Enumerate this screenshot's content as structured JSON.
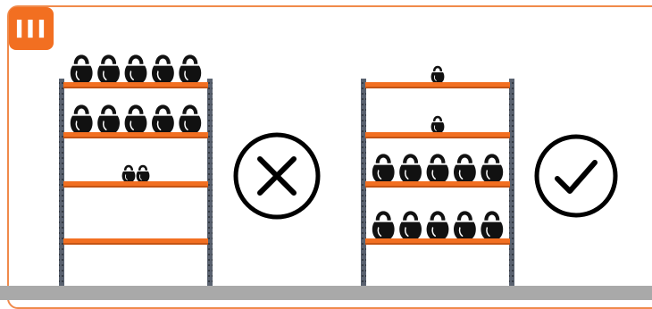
{
  "badge": {
    "label": "III"
  },
  "colors": {
    "accent": "#f26f21",
    "frame": "#f08a4b",
    "post": "#5a6270",
    "kettlebell": "#111111",
    "floor": "#a9a9a9"
  },
  "left_rack": {
    "verdict": "wrong",
    "verdict_icon": "x-circle-icon",
    "shelves": [
      {
        "kettlebells": 5,
        "size": "large"
      },
      {
        "kettlebells": 5,
        "size": "large"
      },
      {
        "kettlebells": 2,
        "size": "small"
      },
      {
        "kettlebells": 0,
        "size": "none"
      }
    ]
  },
  "right_rack": {
    "verdict": "correct",
    "verdict_icon": "check-circle-icon",
    "shelves": [
      {
        "kettlebells": 1,
        "size": "small"
      },
      {
        "kettlebells": 1,
        "size": "small"
      },
      {
        "kettlebells": 5,
        "size": "large"
      },
      {
        "kettlebells": 5,
        "size": "large"
      }
    ]
  }
}
